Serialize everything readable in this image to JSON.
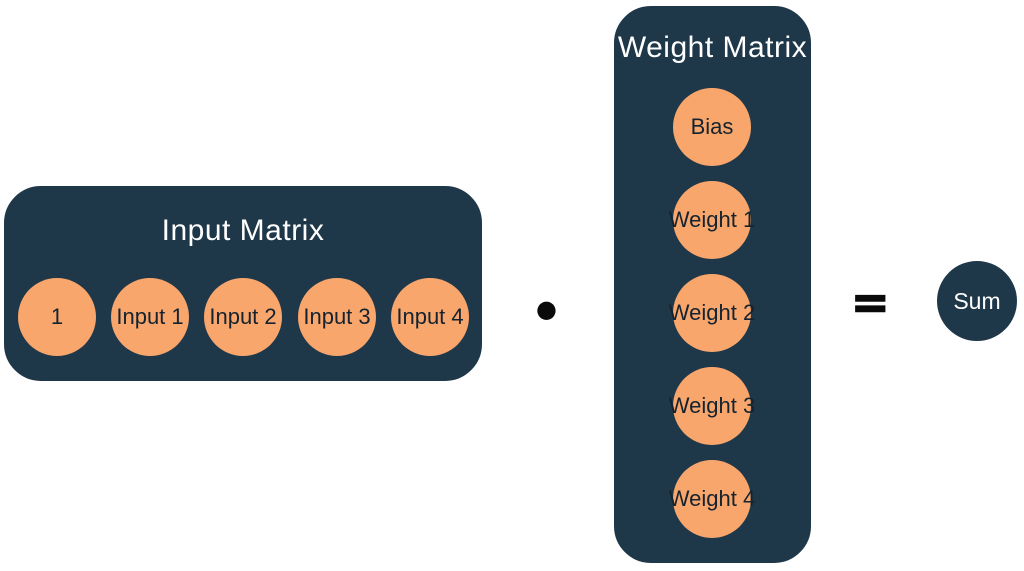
{
  "diagram": {
    "colors": {
      "panel_fill": "#1e3749",
      "panel_border": "#ffffff",
      "node_fill": "#f8a66c",
      "node_text": "#14232f",
      "title_text": "#ffffff",
      "operator": "#0a0a0a",
      "background": "#ffffff"
    },
    "input_matrix": {
      "title": "Input Matrix",
      "nodes": [
        "1",
        "Input 1",
        "Input 2",
        "Input 3",
        "Input 4"
      ]
    },
    "multiply_operator": "●",
    "weight_matrix": {
      "title": "Weight Matrix",
      "nodes": [
        "Bias",
        "Weight 1",
        "Weight 2",
        "Weight 3",
        "Weight 4"
      ]
    },
    "equals_operator": "=",
    "sum_node": "Sum"
  }
}
